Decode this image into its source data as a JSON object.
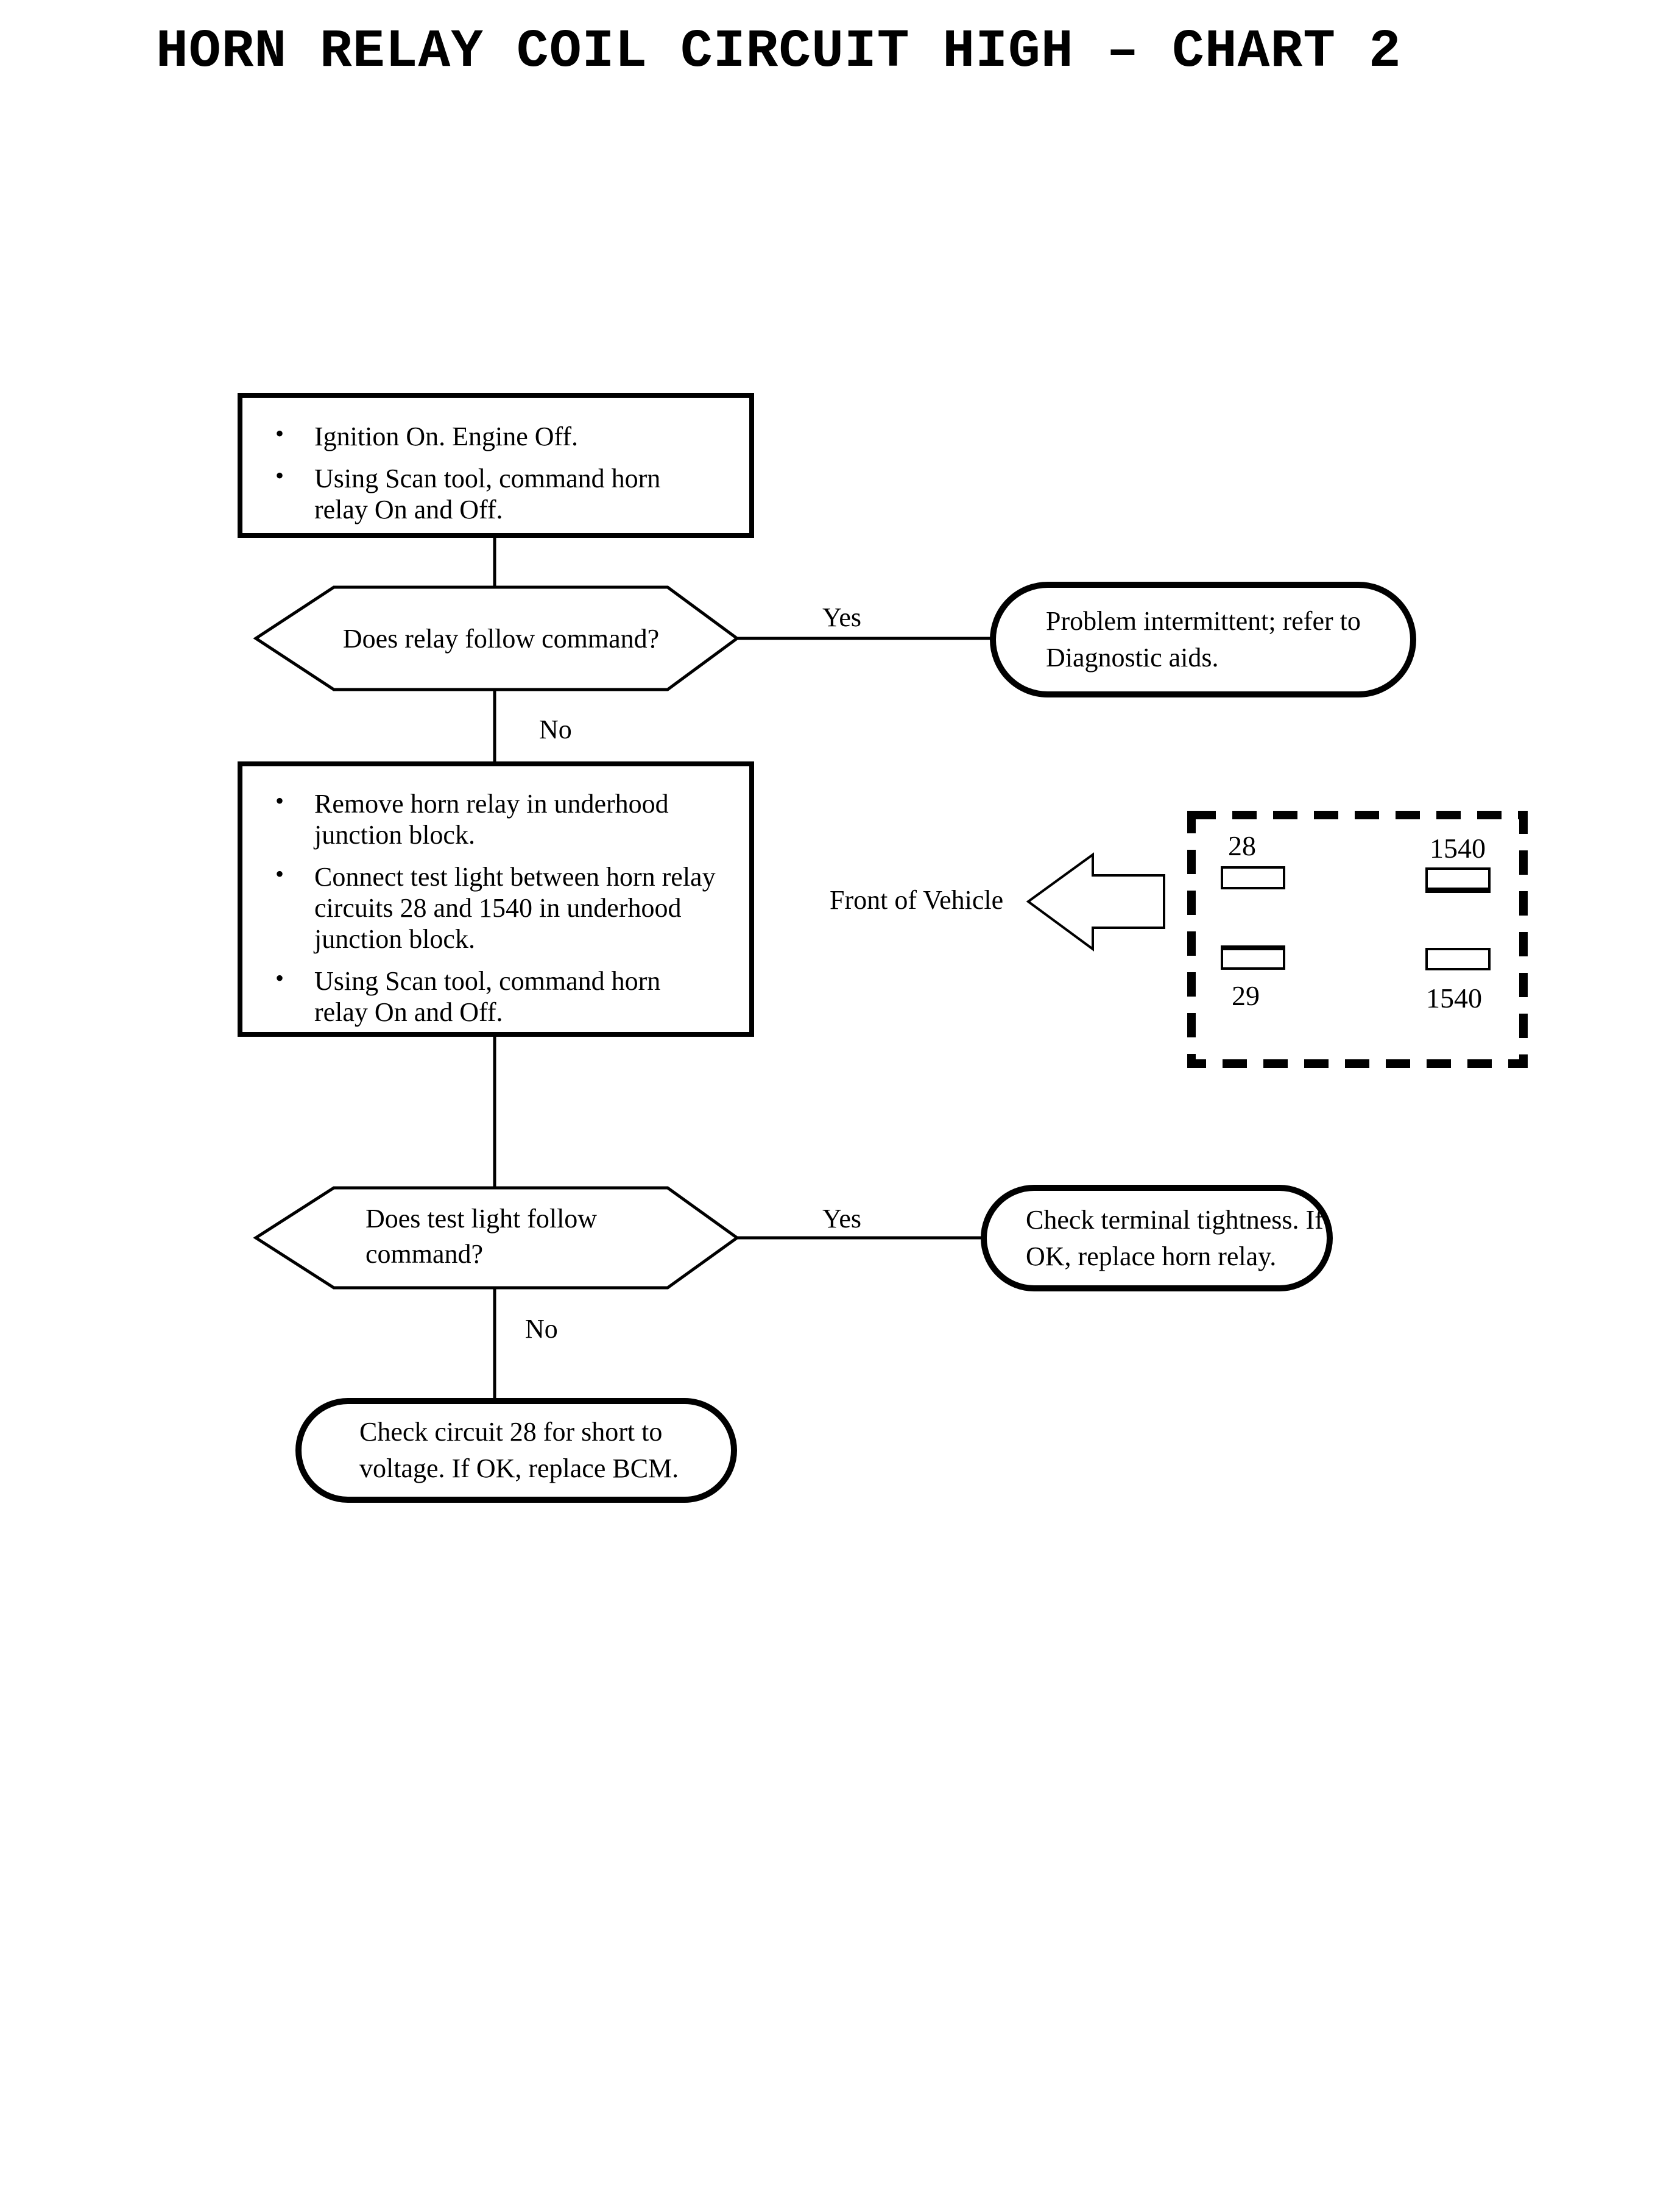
{
  "page_title": "HORN RELAY COIL CIRCUIT HIGH – CHART 2",
  "colors": {
    "ink": "#000000",
    "paper": "#ffffff"
  },
  "flow": {
    "step1": {
      "bullets": [
        "Ignition On. Engine Off.",
        "Using Scan tool, command horn relay On and Off."
      ]
    },
    "decision1": {
      "question": "Does relay follow command?",
      "yes_label": "Yes",
      "no_label": "No"
    },
    "outcome_intermittent": {
      "text": "Problem intermittent; refer to Diagnostic aids."
    },
    "step2": {
      "bullets": [
        "Remove horn relay in underhood junction block.",
        "Connect test light between horn relay circuits 28 and 1540 in underhood junction block.",
        "Using Scan tool, command horn relay On and Off."
      ]
    },
    "decision2": {
      "question": "Does test light follow command?",
      "yes_label": "Yes",
      "no_label": "No"
    },
    "outcome_terminal": {
      "text": "Check terminal tightness. If OK, replace horn relay."
    },
    "outcome_circuit": {
      "text": "Check circuit 28 for short to voltage. If OK, replace BCM."
    }
  },
  "relay_diagram": {
    "front_of_vehicle_label": "Front of Vehicle",
    "terminals": [
      {
        "label": "28"
      },
      {
        "label": "1540"
      },
      {
        "label": "29"
      },
      {
        "label": "1540"
      }
    ]
  }
}
